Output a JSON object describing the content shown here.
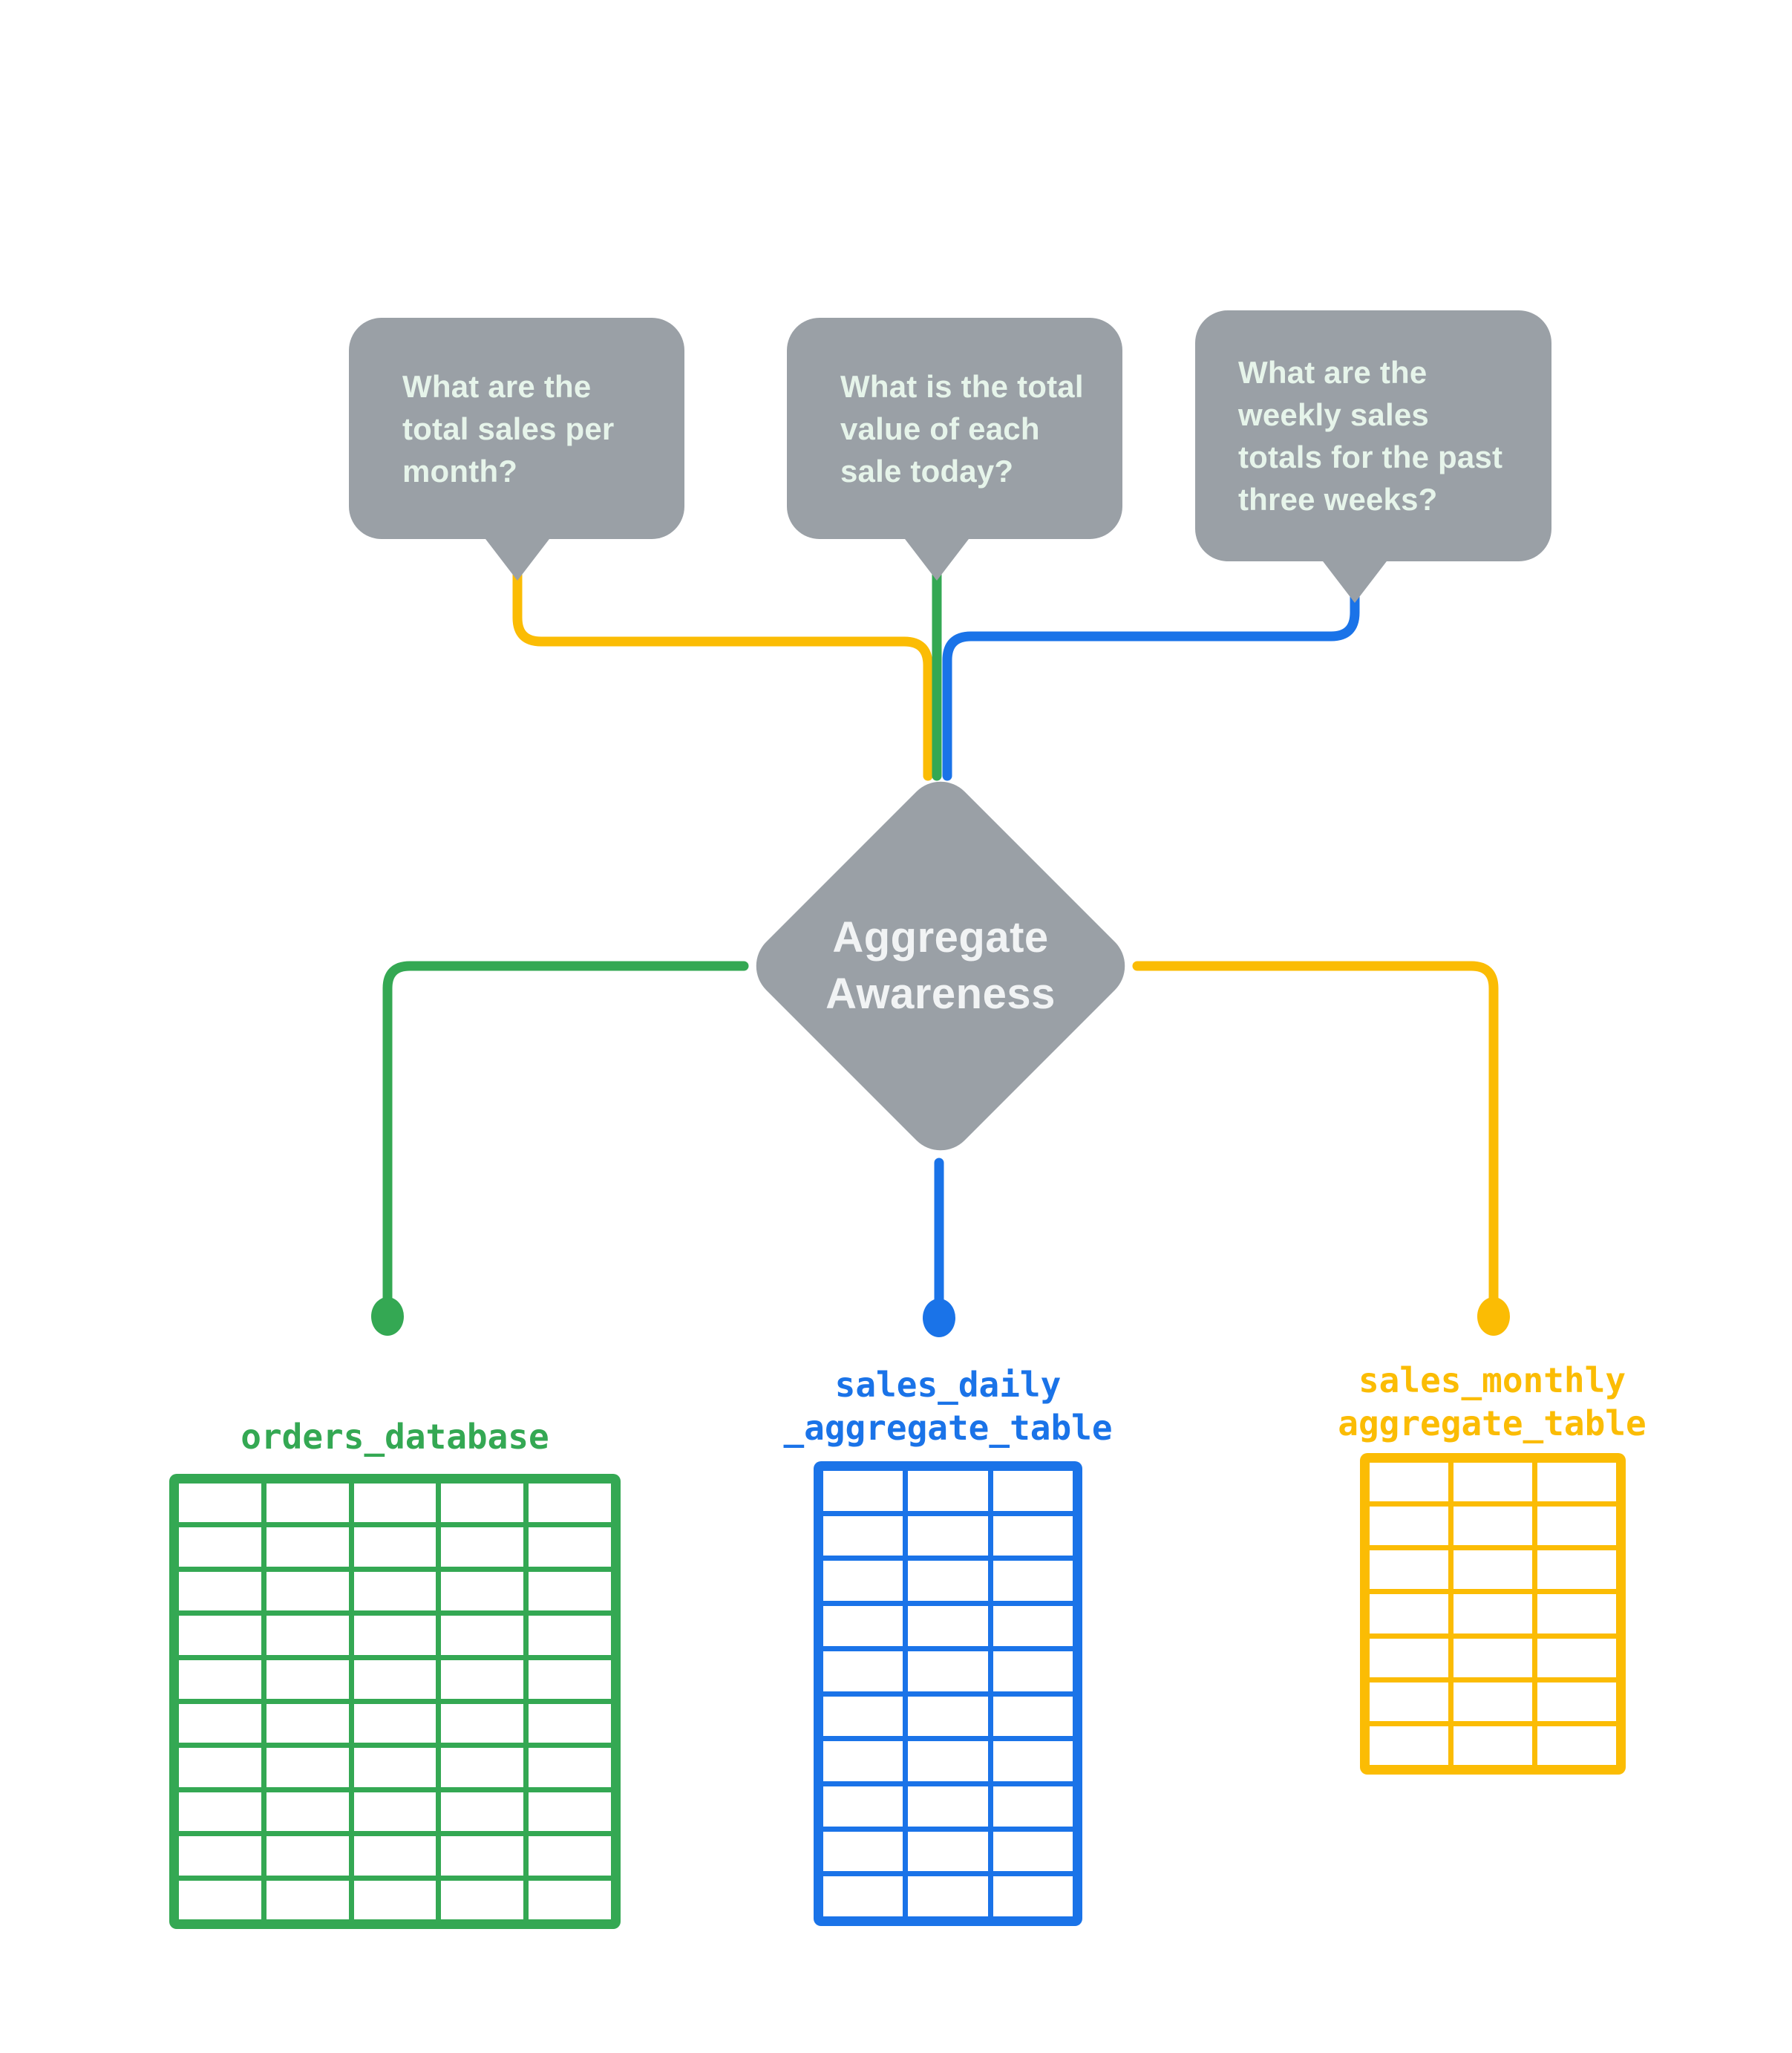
{
  "colors": {
    "gray": "#9AA0A6",
    "bubble_text": "#E6F4EA",
    "diamond_text": "#F1F3F4",
    "green": "#34A853",
    "blue": "#1A73E8",
    "yellow": "#FBBC04",
    "background": "#FFFFFF"
  },
  "bubbles": [
    {
      "text": "What are the total sales per month?",
      "connector_color": "yellow"
    },
    {
      "text": "What is the total value of each sale today?",
      "connector_color": "green"
    },
    {
      "text": "What are the weekly sales totals for the past three weeks?",
      "connector_color": "blue"
    }
  ],
  "diamond": {
    "line1": "Aggregate",
    "line2": "Awareness"
  },
  "tables": [
    {
      "name": "orders_database",
      "color_key": "green",
      "color": "#34A853",
      "columns": 5,
      "rows": 10
    },
    {
      "name_line1": "sales_daily",
      "name_line2": "_aggregate_table",
      "color_key": "blue",
      "color": "#1A73E8",
      "columns": 3,
      "rows": 10
    },
    {
      "name_line1": "sales_monthly",
      "name_line2": "aggregate_table",
      "color_key": "yellow",
      "color": "#FBBC04",
      "columns": 3,
      "rows": 7
    }
  ]
}
